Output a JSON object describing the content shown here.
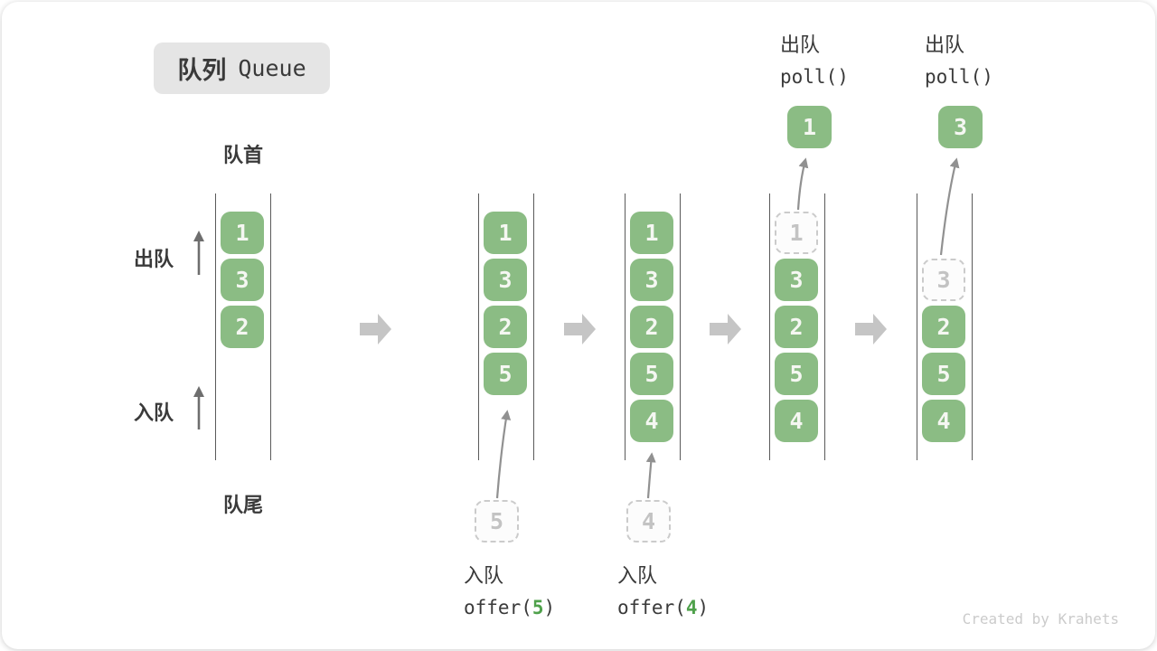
{
  "title": {
    "zh": "队列",
    "en": "Queue"
  },
  "labels": {
    "front": "队首",
    "rear": "队尾",
    "dequeue": "出队",
    "enqueue": "入队"
  },
  "watermark": "Created by Krahets",
  "colors": {
    "box_green": "#8bbc84",
    "code_green": "#4fa14b",
    "block_arrow_gray": "#c5c5c5",
    "thin_arrow_gray": "#6e6e6e",
    "curve_arrow_gray": "#919191",
    "line_gray": "#5a5a5a",
    "badge_bg": "#e5e5e5"
  },
  "states": [
    {
      "name": "initial",
      "slots": [
        {
          "value": "1",
          "style": "solid"
        },
        {
          "value": "3",
          "style": "solid"
        },
        {
          "value": "2",
          "style": "solid"
        }
      ]
    },
    {
      "name": "after-offer-5",
      "slots": [
        {
          "value": "1",
          "style": "solid"
        },
        {
          "value": "3",
          "style": "solid"
        },
        {
          "value": "2",
          "style": "solid"
        },
        {
          "value": "5",
          "style": "solid"
        }
      ],
      "pending": {
        "value": "5"
      },
      "caption": {
        "action": "入队",
        "fn_open": "offer(",
        "arg": "5",
        "fn_close": ")"
      }
    },
    {
      "name": "after-offer-4",
      "slots": [
        {
          "value": "1",
          "style": "solid"
        },
        {
          "value": "3",
          "style": "solid"
        },
        {
          "value": "2",
          "style": "solid"
        },
        {
          "value": "5",
          "style": "solid"
        },
        {
          "value": "4",
          "style": "solid"
        }
      ],
      "pending": {
        "value": "4"
      },
      "caption": {
        "action": "入队",
        "fn_open": "offer(",
        "arg": "4",
        "fn_close": ")"
      }
    },
    {
      "name": "poll-1",
      "slots": [
        {
          "value": "1",
          "style": "dashed"
        },
        {
          "value": "3",
          "style": "solid"
        },
        {
          "value": "2",
          "style": "solid"
        },
        {
          "value": "5",
          "style": "solid"
        },
        {
          "value": "4",
          "style": "solid"
        }
      ],
      "popped": {
        "value": "1"
      },
      "caption": {
        "action": "出队",
        "fn": "poll()"
      }
    },
    {
      "name": "poll-3",
      "slots": [
        {
          "value": "3",
          "style": "dashed"
        },
        {
          "value": "2",
          "style": "solid"
        },
        {
          "value": "5",
          "style": "solid"
        },
        {
          "value": "4",
          "style": "solid"
        }
      ],
      "popped": {
        "value": "3"
      },
      "caption": {
        "action": "出队",
        "fn": "poll()"
      }
    }
  ]
}
